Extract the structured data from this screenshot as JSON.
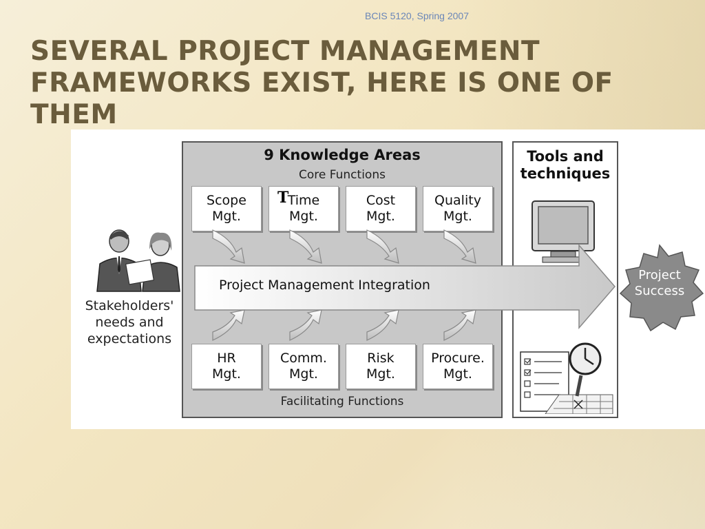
{
  "header_note": "BCIS 5120, Spring 2007",
  "slide_title": "Several Project Management Frameworks exist, here is one of them",
  "diagram": {
    "knowledge_title": "9 Knowledge Areas",
    "core_label": "Core Functions",
    "facilitating_label": "Facilitating Functions",
    "core_boxes": [
      "Scope\nMgt.",
      "Time\nMgt.",
      "Cost\nMgt.",
      "Quality\nMgt."
    ],
    "facilitating_boxes": [
      "HR\nMgt.",
      "Comm.\nMgt.",
      "Risk\nMgt.",
      "Procure.\nMgt."
    ],
    "integration_label": "Project Management Integration",
    "stakeholders_label": "Stakeholders' needs and expectations",
    "tools_title": "Tools and\ntechniques",
    "success_label": "Project\nSuccess",
    "stray_char": "T"
  }
}
